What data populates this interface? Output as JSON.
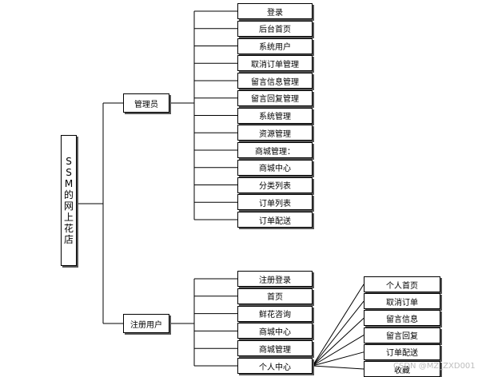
{
  "root": {
    "label": "SSM的网上花店"
  },
  "admin": {
    "label": "管理员",
    "items": [
      "登录",
      "后台首页",
      "系统用户",
      "取消订单管理",
      "留言信息管理",
      "留言回复管理",
      "系统管理",
      "资源管理",
      "商城管理：",
      "商城中心",
      "分类列表",
      "订单列表",
      "订单配送"
    ]
  },
  "user": {
    "label": "注册用户",
    "items": [
      "注册登录",
      "首页",
      "鲜花咨询",
      "商城中心",
      "商城管理",
      "个人中心"
    ]
  },
  "personal": {
    "items": [
      "个人首页",
      "取消订单",
      "留言信息",
      "留言回复",
      "订单配送",
      "收藏"
    ]
  },
  "watermark": "CSDN @MZ_ZXD001"
}
